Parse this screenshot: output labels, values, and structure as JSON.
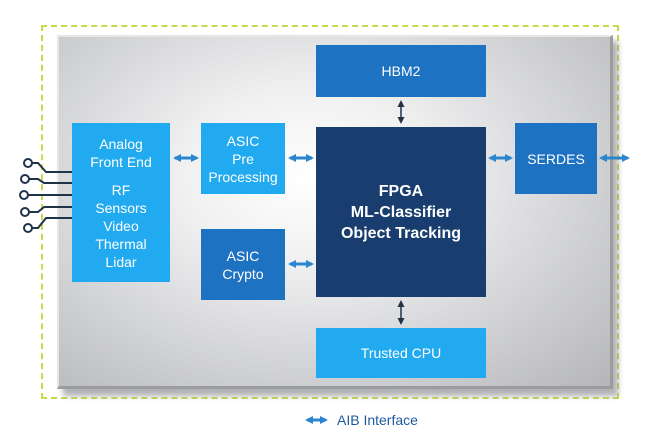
{
  "blocks": {
    "analog": {
      "title": "Analog\nFront End",
      "sensors": "RF\nSensors\nVideo\nThermal\nLidar"
    },
    "asic_pre": {
      "label": "ASIC\nPre\nProcessing"
    },
    "asic_crypto": {
      "label": "ASIC\nCrypto"
    },
    "hbm2": {
      "label": "HBM2"
    },
    "fpga": {
      "lines": [
        "FPGA",
        "ML-Classifier",
        "Object Tracking"
      ]
    },
    "trusted_cpu": {
      "label": "Trusted CPU"
    },
    "serdes": {
      "label": "SERDES"
    }
  },
  "legend": {
    "label": "AIB Interface"
  },
  "colors": {
    "light_blue": "#22aaf0",
    "medium_blue": "#1d72c1",
    "dark_blue": "#183d6e",
    "arrow_blue": "#2b86cf",
    "dashed_border": "#c9d94a"
  }
}
